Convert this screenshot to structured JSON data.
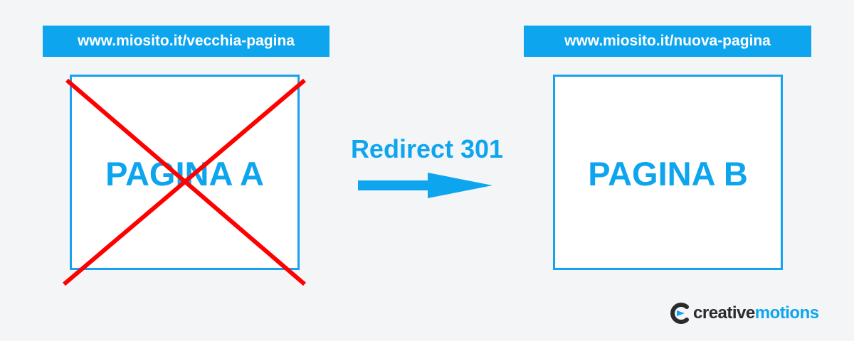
{
  "old_page": {
    "url": "www.miosito.it/vecchia-pagina",
    "title": "PAGINA A",
    "crossed_out": true
  },
  "new_page": {
    "url": "www.miosito.it/nuova-pagina",
    "title": "PAGINA B"
  },
  "redirect": {
    "label": "Redirect 301"
  },
  "logo": {
    "word_1": "creative",
    "word_2": "motions"
  },
  "colors": {
    "accent": "#0ea5ef",
    "cross": "#ff0000",
    "background": "#f4f5f7",
    "logo_dark": "#2b2b2b"
  },
  "icons": {
    "logo": "creativemotions-logo-icon",
    "arrow": "right-arrow-icon",
    "cross": "x-cross-icon"
  }
}
